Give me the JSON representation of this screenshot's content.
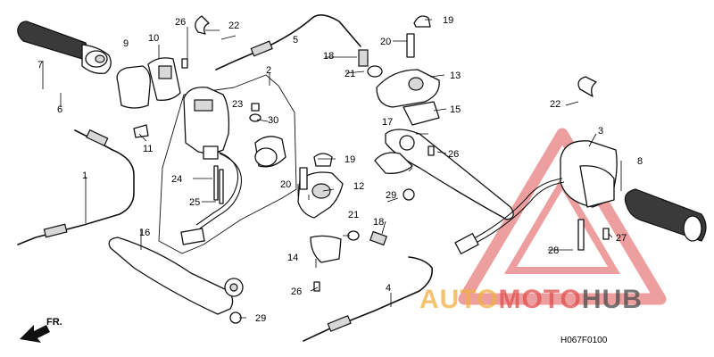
{
  "diagram": {
    "callouts": [
      "1",
      "2",
      "3",
      "4",
      "5",
      "6",
      "7",
      "8",
      "9",
      "10",
      "11",
      "12",
      "13",
      "14",
      "15",
      "16",
      "17",
      "18",
      "18",
      "19",
      "19",
      "20",
      "20",
      "21",
      "21",
      "22",
      "22",
      "23",
      "24",
      "25",
      "26",
      "26",
      "26",
      "27",
      "28",
      "29",
      "29",
      "30"
    ],
    "direction_label": "FR.",
    "drawing_code": "H067F0100",
    "colors": {
      "line": "#111111",
      "watermark_red": "#e05050",
      "watermark_orange": "#f0b040",
      "watermark_grey": "#4a4a4a"
    }
  },
  "watermark": {
    "part1": "AUTO",
    "part2": "MOTO",
    "part3": "HUB"
  }
}
